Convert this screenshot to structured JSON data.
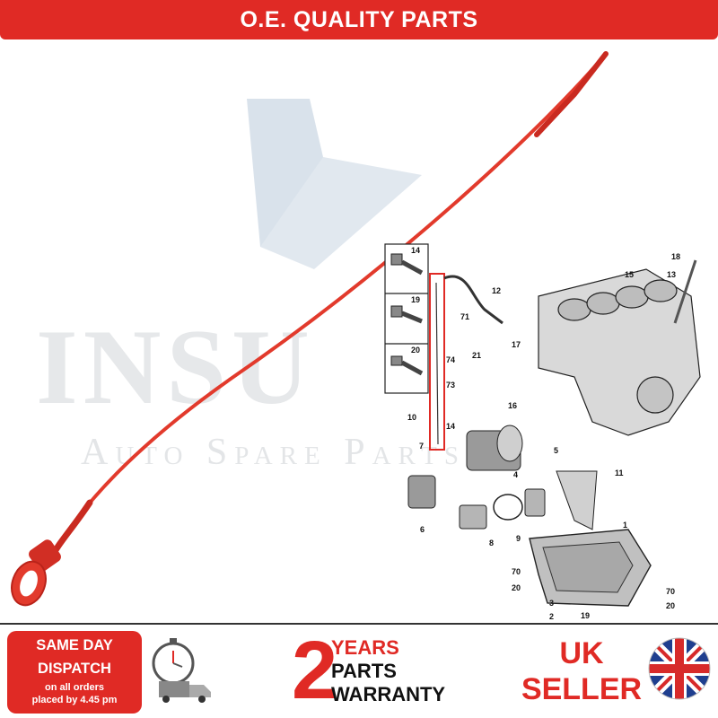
{
  "banner": {
    "text": "O.E. QUALITY PARTS"
  },
  "watermark": {
    "brand": "INSU",
    "tagline": "Auto Spare Parts"
  },
  "diagram": {
    "labels": [
      "14",
      "19",
      "20",
      "12",
      "71",
      "21",
      "74",
      "73",
      "10",
      "7",
      "14",
      "4",
      "16",
      "17",
      "5",
      "15",
      "13",
      "18",
      "11",
      "1",
      "6",
      "8",
      "9",
      "70",
      "20",
      "3",
      "2",
      "19",
      "70",
      "20"
    ]
  },
  "footer": {
    "dispatch_title_1": "SAME DAY",
    "dispatch_title_2": "DISPATCH",
    "dispatch_sub_1": "on all orders",
    "dispatch_sub_2": "placed by 4.45 pm",
    "warranty_number": "2",
    "warranty_line_1": "YEARS",
    "warranty_line_2": "PARTS",
    "warranty_line_3": "WARRANTY",
    "uk_line_1": "UK",
    "uk_line_2": "SELLER"
  },
  "colors": {
    "brand_red": "#e02a25",
    "dipstick_red": "#e23a2c",
    "watermark_grey": "#c9cdd1",
    "watermark_blue": "#2e5f8f"
  }
}
